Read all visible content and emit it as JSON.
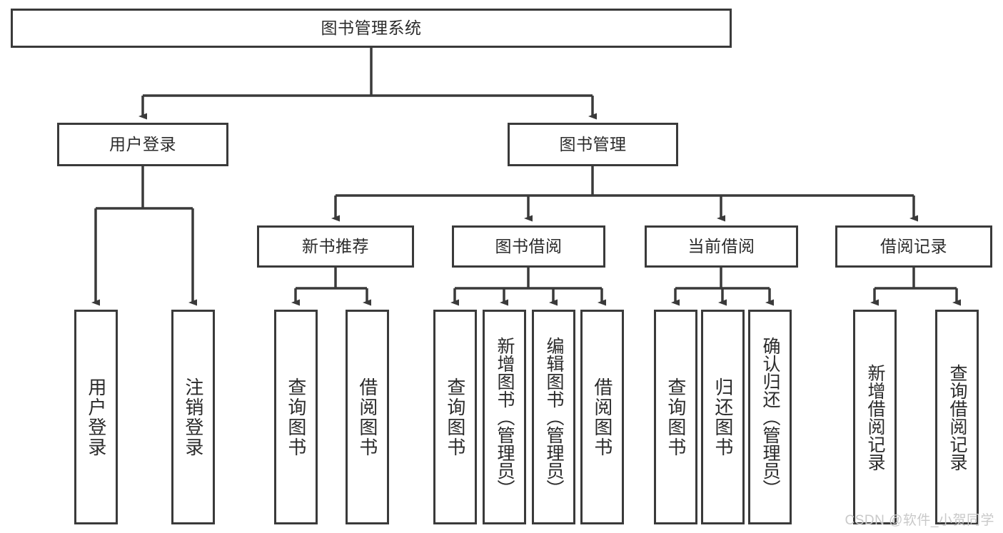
{
  "diagram": {
    "type": "tree-hierarchy-chart",
    "title_node": {
      "label": "图书管理系统"
    },
    "level2": [
      {
        "label": "用户登录"
      },
      {
        "label": "图书管理"
      }
    ],
    "level3": [
      {
        "label": "新书推荐"
      },
      {
        "label": "图书借阅"
      },
      {
        "label": "当前借阅"
      },
      {
        "label": "借阅记录"
      }
    ],
    "leaves": {
      "user_login": [
        {
          "label": "用户登录"
        },
        {
          "label": "注销登录"
        }
      ],
      "new_book_recommend": [
        {
          "label": "查询图书"
        },
        {
          "label": "借阅图书"
        }
      ],
      "book_borrow": [
        {
          "label": "查询图书"
        },
        {
          "label": "新增图书（管理员）"
        },
        {
          "label": "编辑图书（管理员）"
        },
        {
          "label": "借阅图书"
        }
      ],
      "current_borrow": [
        {
          "label": "查询图书"
        },
        {
          "label": "归还图书"
        },
        {
          "label": "确认归还（管理员）"
        }
      ],
      "borrow_record": [
        {
          "label": "新增借阅记录"
        },
        {
          "label": "查询借阅记录"
        }
      ]
    }
  },
  "watermark": {
    "text": "CSDN @软件_小贺同学"
  },
  "colors": {
    "border": "#3a3a3a",
    "text": "#2b2b2b",
    "background": "#ffffff",
    "watermark": "#c9c9c9"
  }
}
